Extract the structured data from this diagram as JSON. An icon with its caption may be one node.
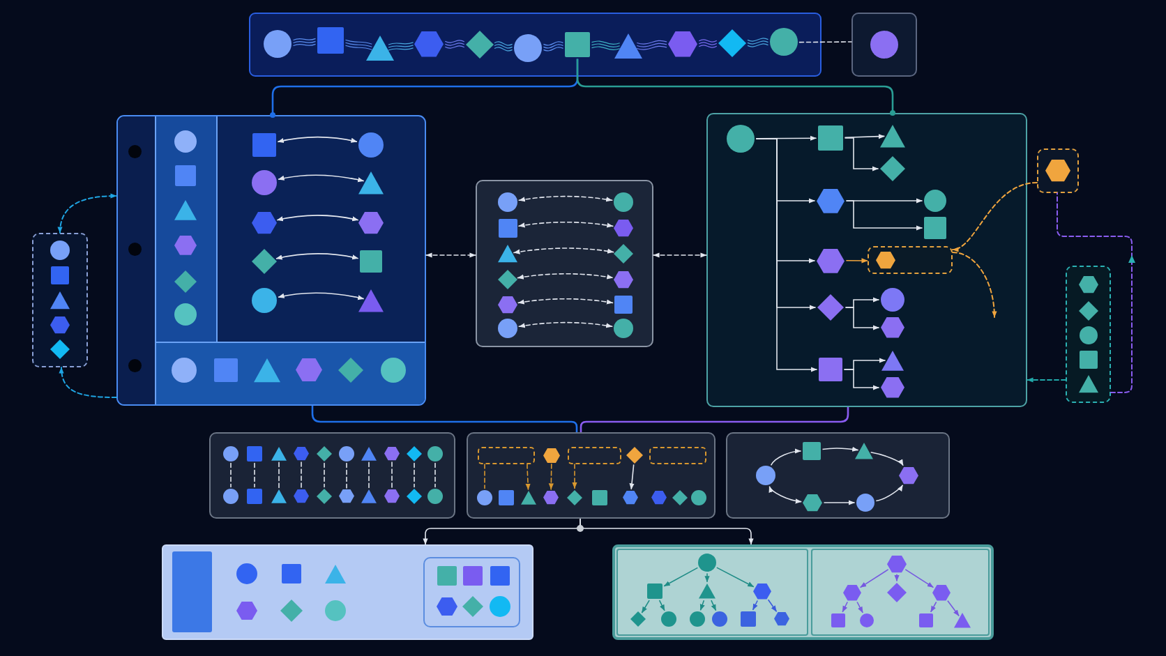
{
  "diagram": {
    "nodes": [
      {
        "text": [],
        "shape": "box"
      },
      {
        "text": [],
        "shape": "circle",
        "in": 0
      },
      {
        "text": [],
        "shape": "square",
        "in": 0
      },
      {
        "text": [],
        "shape": "triangle",
        "in": 0
      },
      {
        "text": [],
        "shape": "hexagon",
        "in": 0
      },
      {
        "text": [],
        "shape": "diamond",
        "in": 0
      },
      {
        "text": [],
        "shape": "circle",
        "in": 0
      },
      {
        "text": [],
        "shape": "square",
        "in": 0
      },
      {
        "text": [],
        "shape": "triangle",
        "in": 0
      },
      {
        "text": [],
        "shape": "hexagon",
        "in": 0
      },
      {
        "text": [],
        "shape": "diamond",
        "in": 0
      },
      {
        "text": [],
        "shape": "circle",
        "in": 0
      },
      {
        "text": [],
        "shape": "box"
      },
      {
        "text": [],
        "shape": "circle",
        "in": 12
      },
      {
        "text": [],
        "shape": "box"
      },
      {
        "text": [],
        "shape": "circle",
        "in": 14
      },
      {
        "text": [],
        "shape": "square",
        "in": 14
      },
      {
        "text": [],
        "shape": "triangle",
        "in": 14
      },
      {
        "text": [],
        "shape": "hexagon",
        "in": 14
      },
      {
        "text": [],
        "shape": "diamond",
        "in": 14
      },
      {
        "text": [],
        "shape": "box"
      },
      {
        "text": [],
        "shape": "box",
        "in": 20
      },
      {
        "text": [],
        "shape": "circle",
        "in": 21
      },
      {
        "text": [],
        "shape": "square",
        "in": 21
      },
      {
        "text": [],
        "shape": "triangle",
        "in": 21
      },
      {
        "text": [],
        "shape": "hexagon",
        "in": 21
      },
      {
        "text": [],
        "shape": "diamond",
        "in": 21
      },
      {
        "text": [],
        "shape": "circle",
        "in": 21
      },
      {
        "text": [],
        "shape": "square",
        "in": 20
      },
      {
        "text": [],
        "shape": "circle",
        "in": 20
      },
      {
        "text": [],
        "shape": "circle",
        "in": 20
      },
      {
        "text": [],
        "shape": "triangle",
        "in": 20
      },
      {
        "text": [],
        "shape": "hexagon",
        "in": 20
      },
      {
        "text": [],
        "shape": "hexagon",
        "in": 20
      },
      {
        "text": [],
        "shape": "diamond",
        "in": 20
      },
      {
        "text": [],
        "shape": "square",
        "in": 20
      },
      {
        "text": [],
        "shape": "circle",
        "in": 20
      },
      {
        "text": [],
        "shape": "triangle",
        "in": 20
      },
      {
        "text": [],
        "shape": "box",
        "in": 20
      },
      {
        "text": [],
        "shape": "circle",
        "in": 38
      },
      {
        "text": [],
        "shape": "square",
        "in": 38
      },
      {
        "text": [],
        "shape": "triangle",
        "in": 38
      },
      {
        "text": [],
        "shape": "hexagon",
        "in": 38
      },
      {
        "text": [],
        "shape": "diamond",
        "in": 38
      },
      {
        "text": [],
        "shape": "circle",
        "in": 38
      },
      {
        "text": [],
        "shape": "box"
      },
      {
        "text": [],
        "shape": "circle",
        "in": 45
      },
      {
        "text": [],
        "shape": "circle",
        "in": 45
      },
      {
        "text": [],
        "shape": "square",
        "in": 45
      },
      {
        "text": [],
        "shape": "hexagon",
        "in": 45
      },
      {
        "text": [],
        "shape": "triangle",
        "in": 45
      },
      {
        "text": [],
        "shape": "diamond",
        "in": 45
      },
      {
        "text": [],
        "shape": "diamond",
        "in": 45
      },
      {
        "text": [],
        "shape": "hexagon",
        "in": 45
      },
      {
        "text": [],
        "shape": "hexagon",
        "in": 45
      },
      {
        "text": [],
        "shape": "square",
        "in": 45
      },
      {
        "text": [],
        "shape": "circle",
        "in": 45
      },
      {
        "text": [],
        "shape": "circle",
        "in": 45
      },
      {
        "text": [],
        "shape": "box"
      },
      {
        "text": [],
        "shape": "circle",
        "in": 58
      },
      {
        "text": [],
        "shape": "square",
        "in": 58
      },
      {
        "text": [],
        "shape": "triangle",
        "in": 58
      },
      {
        "text": [],
        "shape": "diamond",
        "in": 58
      },
      {
        "text": [],
        "shape": "hexagon",
        "in": 58
      },
      {
        "text": [],
        "shape": "circle",
        "in": 58
      },
      {
        "text": [],
        "shape": "square",
        "in": 58
      },
      {
        "text": [],
        "shape": "hexagon",
        "in": 58
      },
      {
        "text": [],
        "shape": "box",
        "in": 58
      },
      {
        "text": [],
        "shape": "hexagon",
        "in": 67
      },
      {
        "text": [],
        "shape": "diamond",
        "in": 58
      },
      {
        "text": [],
        "shape": "circle",
        "in": 58
      },
      {
        "text": [],
        "shape": "hexagon",
        "in": 58
      },
      {
        "text": [],
        "shape": "square",
        "in": 58
      },
      {
        "text": [],
        "shape": "triangle",
        "in": 58
      },
      {
        "text": [],
        "shape": "hexagon",
        "in": 58
      },
      {
        "text": [],
        "shape": "box"
      },
      {
        "text": [],
        "shape": "hexagon",
        "in": 75
      },
      {
        "text": [],
        "shape": "box"
      },
      {
        "text": [],
        "shape": "hexagon",
        "in": 77
      },
      {
        "text": [],
        "shape": "diamond",
        "in": 77
      },
      {
        "text": [],
        "shape": "circle",
        "in": 77
      },
      {
        "text": [],
        "shape": "square",
        "in": 77
      },
      {
        "text": [],
        "shape": "triangle",
        "in": 77
      },
      {
        "text": [],
        "shape": "box"
      },
      {
        "text": [],
        "shape": "circle",
        "in": 83
      },
      {
        "text": [],
        "shape": "square",
        "in": 83
      },
      {
        "text": [],
        "shape": "triangle",
        "in": 83
      },
      {
        "text": [],
        "shape": "hexagon",
        "in": 83
      },
      {
        "text": [],
        "shape": "diamond",
        "in": 83
      },
      {
        "text": [],
        "shape": "circle",
        "in": 83
      },
      {
        "text": [],
        "shape": "triangle",
        "in": 83
      },
      {
        "text": [],
        "shape": "hexagon",
        "in": 83
      },
      {
        "text": [],
        "shape": "diamond",
        "in": 83
      },
      {
        "text": [],
        "shape": "circle",
        "in": 83
      },
      {
        "text": [],
        "shape": "circle",
        "in": 83
      },
      {
        "text": [],
        "shape": "square",
        "in": 83
      },
      {
        "text": [],
        "shape": "triangle",
        "in": 83
      },
      {
        "text": [],
        "shape": "hexagon",
        "in": 83
      },
      {
        "text": [],
        "shape": "diamond",
        "in": 83
      },
      {
        "text": [],
        "shape": "hexagon",
        "in": 83
      },
      {
        "text": [],
        "shape": "triangle",
        "in": 83
      },
      {
        "text": [],
        "shape": "hexagon",
        "in": 83
      },
      {
        "text": [],
        "shape": "diamond",
        "in": 83
      },
      {
        "text": [],
        "shape": "circle",
        "in": 83
      },
      {
        "text": [],
        "shape": "box"
      },
      {
        "text": [],
        "shape": "box",
        "in": 104
      },
      {
        "text": [],
        "shape": "hexagon",
        "in": 104
      },
      {
        "text": [],
        "shape": "box",
        "in": 104
      },
      {
        "text": [],
        "shape": "diamond",
        "in": 104
      },
      {
        "text": [],
        "shape": "box",
        "in": 104
      },
      {
        "text": [],
        "shape": "circle",
        "in": 104
      },
      {
        "text": [],
        "shape": "square",
        "in": 104
      },
      {
        "text": [],
        "shape": "triangle",
        "in": 104
      },
      {
        "text": [],
        "shape": "hexagon",
        "in": 104
      },
      {
        "text": [],
        "shape": "diamond",
        "in": 104
      },
      {
        "text": [],
        "shape": "square",
        "in": 104
      },
      {
        "text": [],
        "shape": "hexagon",
        "in": 104
      },
      {
        "text": [],
        "shape": "hexagon",
        "in": 104
      },
      {
        "text": [],
        "shape": "diamond",
        "in": 104
      },
      {
        "text": [],
        "shape": "circle",
        "in": 104
      },
      {
        "text": [],
        "shape": "box"
      },
      {
        "text": [],
        "shape": "square",
        "in": 120
      },
      {
        "text": [],
        "shape": "triangle",
        "in": 120
      },
      {
        "text": [],
        "shape": "circle",
        "in": 120
      },
      {
        "text": [],
        "shape": "hexagon",
        "in": 120
      },
      {
        "text": [],
        "shape": "hexagon",
        "in": 120
      },
      {
        "text": [],
        "shape": "circle",
        "in": 120
      },
      {
        "text": [],
        "shape": "box"
      },
      {
        "text": [],
        "shape": "bar",
        "in": 127
      },
      {
        "text": [],
        "shape": "circle",
        "in": 127
      },
      {
        "text": [],
        "shape": "square",
        "in": 127
      },
      {
        "text": [],
        "shape": "triangle",
        "in": 127
      },
      {
        "text": [],
        "shape": "hexagon",
        "in": 127
      },
      {
        "text": [],
        "shape": "diamond",
        "in": 127
      },
      {
        "text": [],
        "shape": "circle",
        "in": 127
      },
      {
        "text": [],
        "shape": "box",
        "in": 127
      },
      {
        "text": [],
        "shape": "square",
        "in": 135
      },
      {
        "text": [],
        "shape": "square",
        "in": 135
      },
      {
        "text": [],
        "shape": "square",
        "in": 135
      },
      {
        "text": [],
        "shape": "hexagon",
        "in": 135
      },
      {
        "text": [],
        "shape": "diamond",
        "in": 135
      },
      {
        "text": [],
        "shape": "circle",
        "in": 135
      },
      {
        "text": [],
        "shape": "box"
      },
      {
        "text": [],
        "shape": "box",
        "in": 142
      },
      {
        "text": [],
        "shape": "circle",
        "in": 143
      },
      {
        "text": [],
        "shape": "square",
        "in": 143
      },
      {
        "text": [],
        "shape": "triangle",
        "in": 143
      },
      {
        "text": [],
        "shape": "hexagon",
        "in": 143
      },
      {
        "text": [],
        "shape": "diamond",
        "in": 143
      },
      {
        "text": [],
        "shape": "circle",
        "in": 143
      },
      {
        "text": [],
        "shape": "circle",
        "in": 143
      },
      {
        "text": [],
        "shape": "circle",
        "in": 143
      },
      {
        "text": [],
        "shape": "square",
        "in": 143
      },
      {
        "text": [],
        "shape": "hexagon",
        "in": 143
      },
      {
        "text": [],
        "shape": "box",
        "in": 142
      },
      {
        "text": [],
        "shape": "hexagon",
        "in": 154
      },
      {
        "text": [],
        "shape": "hexagon",
        "in": 154
      },
      {
        "text": [],
        "shape": "diamond",
        "in": 154
      },
      {
        "text": [],
        "shape": "hexagon",
        "in": 154
      },
      {
        "text": [],
        "shape": "square",
        "in": 154
      },
      {
        "text": [],
        "shape": "circle",
        "in": 154
      },
      {
        "text": [],
        "shape": "square",
        "in": 154
      },
      {
        "text": [],
        "shape": "triangle",
        "in": 154
      }
    ],
    "edges": [
      {
        "from": 1,
        "to": 2,
        "arrow": "none",
        "color": "#5b8def"
      },
      {
        "from": 2,
        "to": 3,
        "arrow": "none",
        "color": "#5b8def"
      },
      {
        "from": 3,
        "to": 4,
        "arrow": "none",
        "color": "#4aa8e0"
      },
      {
        "from": 4,
        "to": 5,
        "arrow": "none",
        "color": "#6f7cf0"
      },
      {
        "from": 5,
        "to": 6,
        "arrow": "none",
        "color": "#4aa8e0"
      },
      {
        "from": 6,
        "to": 7,
        "arrow": "none",
        "color": "#5b8def"
      },
      {
        "from": 7,
        "to": 8,
        "arrow": "none",
        "color": "#3fb2c4"
      },
      {
        "from": 8,
        "to": 9,
        "arrow": "none",
        "color": "#6f7cf0"
      },
      {
        "from": 9,
        "to": 10,
        "arrow": "none",
        "color": "#7a6cf0"
      },
      {
        "from": 10,
        "to": 11,
        "arrow": "none",
        "color": "#4aa8e0"
      },
      {
        "from": 11,
        "to": 12,
        "arrow": "none",
        "style": "dashed"
      },
      {
        "from": 7,
        "to": 20,
        "arrow": "other",
        "color": "#1f6fe8"
      },
      {
        "from": 7,
        "to": 58,
        "arrow": "other",
        "color": "#2a9d94"
      },
      {
        "from": 14,
        "to": 20,
        "arrow": "both",
        "style": "dashed",
        "color": "#1fa5e3"
      },
      {
        "from": 20,
        "to": 14,
        "arrow": "to",
        "style": "dashed",
        "color": "#1fa5e3"
      },
      {
        "from": 28,
        "to": 29,
        "arrow": "both"
      },
      {
        "from": 30,
        "to": 31,
        "arrow": "both"
      },
      {
        "from": 32,
        "to": 33,
        "arrow": "both"
      },
      {
        "from": 34,
        "to": 35,
        "arrow": "both"
      },
      {
        "from": 36,
        "to": 37,
        "arrow": "both"
      },
      {
        "from": 20,
        "to": 45,
        "arrow": "both",
        "style": "dashed"
      },
      {
        "from": 46,
        "to": 47,
        "arrow": "both",
        "style": "dashed"
      },
      {
        "from": 48,
        "to": 49,
        "arrow": "both",
        "style": "dashed"
      },
      {
        "from": 50,
        "to": 51,
        "arrow": "both",
        "style": "dashed"
      },
      {
        "from": 52,
        "to": 53,
        "arrow": "both",
        "style": "dashed"
      },
      {
        "from": 54,
        "to": 55,
        "arrow": "both",
        "style": "dashed"
      },
      {
        "from": 56,
        "to": 57,
        "arrow": "both",
        "style": "dashed"
      },
      {
        "from": 45,
        "to": 58,
        "arrow": "both",
        "style": "dashed"
      },
      {
        "from": 59,
        "to": 60,
        "arrow": "to"
      },
      {
        "from": 59,
        "to": 63,
        "arrow": "to"
      },
      {
        "from": 59,
        "to": 66,
        "arrow": "to"
      },
      {
        "from": 59,
        "to": 69,
        "arrow": "to"
      },
      {
        "from": 59,
        "to": 72,
        "arrow": "to"
      },
      {
        "from": 60,
        "to": 61,
        "arrow": "to"
      },
      {
        "from": 60,
        "to": 62,
        "arrow": "to"
      },
      {
        "from": 63,
        "to": 64,
        "arrow": "to"
      },
      {
        "from": 63,
        "to": 65,
        "arrow": "to"
      },
      {
        "from": 66,
        "to": 67,
        "arrow": "to",
        "color": "#f0a53e"
      },
      {
        "from": 69,
        "to": 70,
        "arrow": "to"
      },
      {
        "from": 69,
        "to": 71,
        "arrow": "to"
      },
      {
        "from": 72,
        "to": 73,
        "arrow": "to"
      },
      {
        "from": 72,
        "to": 74,
        "arrow": "to"
      },
      {
        "from": 75,
        "to": 67,
        "arrow": "to",
        "style": "dashed",
        "color": "#f0a53e"
      },
      {
        "from": 67,
        "to": null,
        "arrow": "to",
        "style": "dashed",
        "color": "#f0a53e"
      },
      {
        "from": 77,
        "to": 58,
        "arrow": "to",
        "style": "dashed",
        "color": "#22a9aa"
      },
      {
        "from": 77,
        "to": 75,
        "arrow": "to",
        "style": "dashed",
        "color": "#8a5cf0"
      },
      {
        "from": 20,
        "to": 104,
        "arrow": "none",
        "color": "#1f6fe8"
      },
      {
        "from": 58,
        "to": 104,
        "arrow": "none",
        "color": "#8a5cf0"
      },
      {
        "from": 84,
        "to": 94,
        "arrow": "none",
        "style": "dashed"
      },
      {
        "from": 85,
        "to": 95,
        "arrow": "none",
        "style": "dashed"
      },
      {
        "from": 86,
        "to": 96,
        "arrow": "none",
        "style": "dashed"
      },
      {
        "from": 87,
        "to": 97,
        "arrow": "none",
        "style": "dashed"
      },
      {
        "from": 88,
        "to": 98,
        "arrow": "none",
        "style": "dashed"
      },
      {
        "from": 89,
        "to": 99,
        "arrow": "none",
        "style": "dashed"
      },
      {
        "from": 90,
        "to": 100,
        "arrow": "none",
        "style": "dashed"
      },
      {
        "from": 91,
        "to": 101,
        "arrow": "none",
        "style": "dashed"
      },
      {
        "from": 92,
        "to": 102,
        "arrow": "none",
        "style": "dashed"
      },
      {
        "from": 93,
        "to": 103,
        "arrow": "none",
        "style": "dashed"
      },
      {
        "from": 105,
        "to": 110,
        "arrow": "none",
        "style": "dashed",
        "color": "#d9982f"
      },
      {
        "from": 105,
        "to": 112,
        "arrow": "to",
        "style": "dashed",
        "color": "#d9982f"
      },
      {
        "from": 106,
        "to": 113,
        "arrow": "to",
        "style": "dashed",
        "color": "#d9982f"
      },
      {
        "from": 107,
        "to": 114,
        "arrow": "to",
        "style": "dashed",
        "color": "#d9982f"
      },
      {
        "from": 108,
        "to": 116,
        "arrow": "to"
      },
      {
        "from": 123,
        "to": 121,
        "arrow": "to"
      },
      {
        "from": 121,
        "to": 122,
        "arrow": "to"
      },
      {
        "from": 122,
        "to": 124,
        "arrow": "to"
      },
      {
        "from": 125,
        "to": 126,
        "arrow": "to"
      },
      {
        "from": 126,
        "to": 124,
        "arrow": "to"
      },
      {
        "from": 125,
        "to": 123,
        "arrow": "both"
      },
      {
        "from": 104,
        "to": 127,
        "arrow": "to"
      },
      {
        "from": 104,
        "to": 142,
        "arrow": "to"
      },
      {
        "from": 144,
        "to": 145,
        "arrow": "to",
        "color": "#1f8c86"
      },
      {
        "from": 144,
        "to": 146,
        "arrow": "to",
        "color": "#1f8c86"
      },
      {
        "from": 144,
        "to": 147,
        "arrow": "to",
        "color": "#1f8c86"
      },
      {
        "from": 145,
        "to": 148,
        "arrow": "to",
        "color": "#1f8c86"
      },
      {
        "from": 145,
        "to": 149,
        "arrow": "to",
        "color": "#1f8c86"
      },
      {
        "from": 146,
        "to": 150,
        "arrow": "to",
        "color": "#1f8c86"
      },
      {
        "from": 146,
        "to": 151,
        "arrow": "to",
        "color": "#1f8c86"
      },
      {
        "from": 147,
        "to": 152,
        "arrow": "to",
        "color": "#3b5bdb"
      },
      {
        "from": 147,
        "to": 153,
        "arrow": "to",
        "color": "#3b5bdb"
      },
      {
        "from": 155,
        "to": 156,
        "arrow": "to",
        "color": "#7658e0"
      },
      {
        "from": 155,
        "to": 157,
        "arrow": "to",
        "color": "#7658e0"
      },
      {
        "from": 155,
        "to": 158,
        "arrow": "to",
        "color": "#7658e0"
      },
      {
        "from": 156,
        "to": 159,
        "arrow": "to",
        "color": "#7658e0"
      },
      {
        "from": 156,
        "to": 160,
        "arrow": "to",
        "color": "#7658e0"
      },
      {
        "from": 158,
        "to": 161,
        "arrow": "to",
        "color": "#7658e0"
      },
      {
        "from": 158,
        "to": 162,
        "arrow": "to",
        "color": "#7658e0"
      }
    ]
  }
}
